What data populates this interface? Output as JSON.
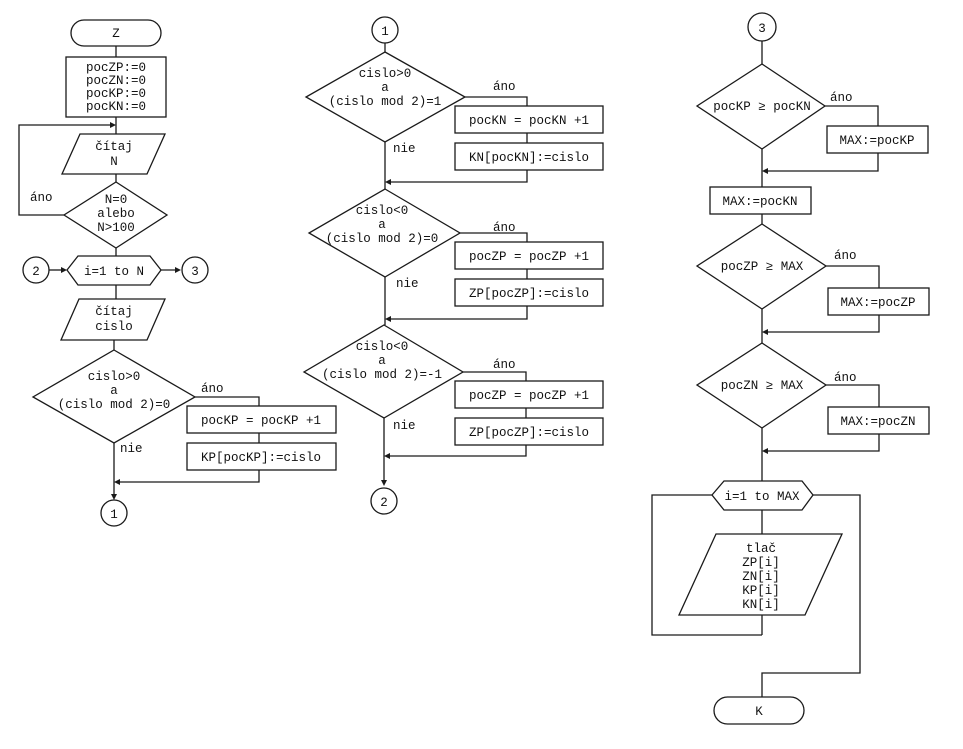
{
  "colors": {
    "stroke": "#1a1a1a",
    "fill": "#ffffff",
    "text": "#111111"
  },
  "labels": {
    "yes": "áno",
    "no": "nie"
  },
  "column1": {
    "start": "Z",
    "init": [
      "pocZP:=0",
      "pocZN:=0",
      "pocKP:=0",
      "pocKN:=0"
    ],
    "read_n": [
      "čítaj",
      "N"
    ],
    "check_n": [
      "N=0",
      "alebo",
      "N>100"
    ],
    "loop": "i=1 to N",
    "connector_in": "2",
    "connector_out": "3",
    "read_cislo": [
      "čítaj",
      "cislo"
    ],
    "cond": [
      "cislo>0",
      "a",
      "(cislo mod 2)=0"
    ],
    "yes_actions": [
      "pocKP = pocKP +1",
      "KP[pocKP]:=cislo"
    ],
    "connector_end": "1"
  },
  "column2": {
    "connector_start": "1",
    "blocks": [
      {
        "cond": [
          "cislo>0",
          "a",
          "(cislo mod 2)=1"
        ],
        "yes_actions": [
          "pocKN = pocKN +1",
          "KN[pocKN]:=cislo"
        ]
      },
      {
        "cond": [
          "cislo<0",
          "a",
          "(cislo mod 2)=0"
        ],
        "yes_actions": [
          "pocZP = pocZP +1",
          "ZP[pocZP]:=cislo"
        ]
      },
      {
        "cond": [
          "cislo<0",
          "a",
          "(cislo mod 2)=-1"
        ],
        "yes_actions": [
          "pocZP = pocZP +1",
          "ZP[pocZP]:=cislo"
        ]
      }
    ],
    "connector_end": "2"
  },
  "column3": {
    "connector_start": "3",
    "cond1": "pocKP ≥ pocKN",
    "cond1_yes": "MAX:=pocKP",
    "assign": "MAX:=pocKN",
    "cond2": "pocZP ≥ MAX",
    "cond2_yes": "MAX:=pocZP",
    "cond3": "pocZN ≥ MAX",
    "cond3_yes": "MAX:=pocZN",
    "loop": "i=1 to MAX",
    "print": [
      "tlač",
      "ZP[i]",
      "ZN[i]",
      "KP[i]",
      "KN[i]"
    ],
    "end": "K"
  }
}
